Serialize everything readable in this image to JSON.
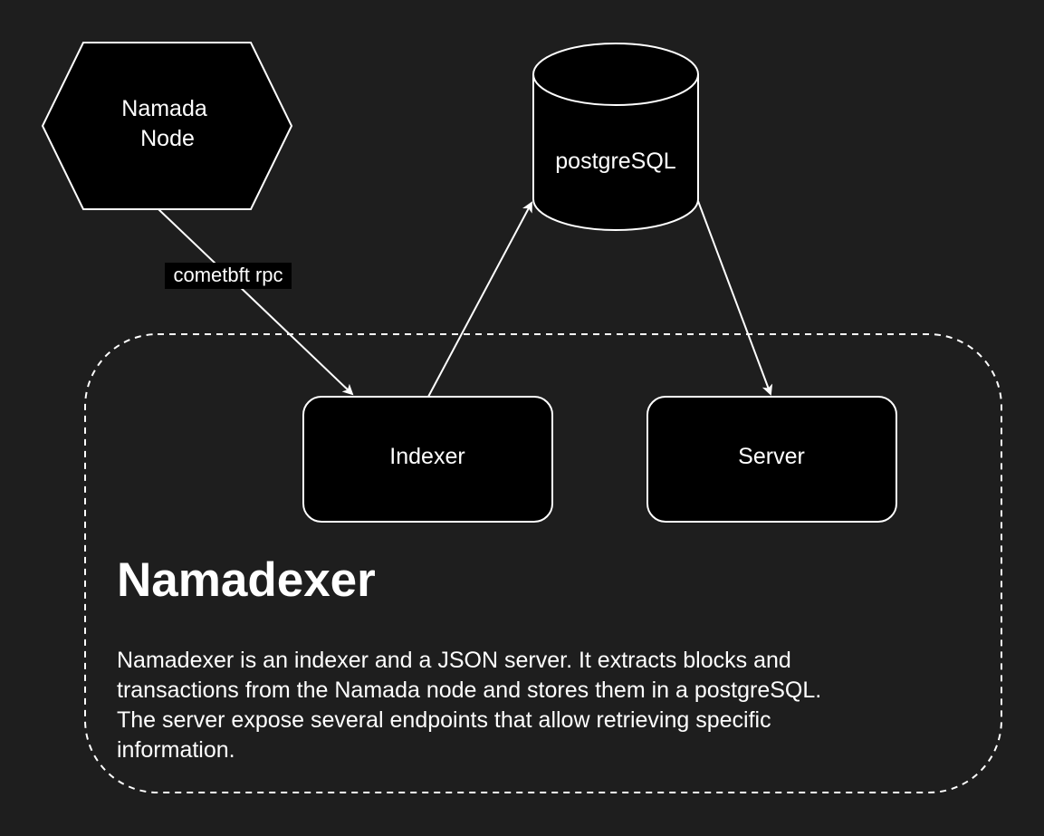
{
  "colors": {
    "background": "#1e1e1e",
    "node_fill": "#000000",
    "stroke": "#ffffff",
    "text": "#ffffff"
  },
  "nodes": {
    "namada_node": {
      "label_lines": [
        "Namada",
        "Node"
      ],
      "shape": "hexagon"
    },
    "postgres": {
      "label": "postgreSQL",
      "shape": "cylinder"
    },
    "indexer": {
      "label": "Indexer",
      "shape": "rounded-rectangle"
    },
    "server": {
      "label": "Server",
      "shape": "rounded-rectangle"
    }
  },
  "edges": {
    "node_to_indexer": {
      "label": "cometbft rpc"
    }
  },
  "container": {
    "style": "dashed",
    "title": "Namadexer",
    "description_lines": [
      "Namadexer is an indexer and a JSON server. It extracts blocks and",
      "transactions from the Namada node and stores them in a postgreSQL.",
      "The server expose several endpoints that allow retrieving specific",
      "information."
    ]
  }
}
